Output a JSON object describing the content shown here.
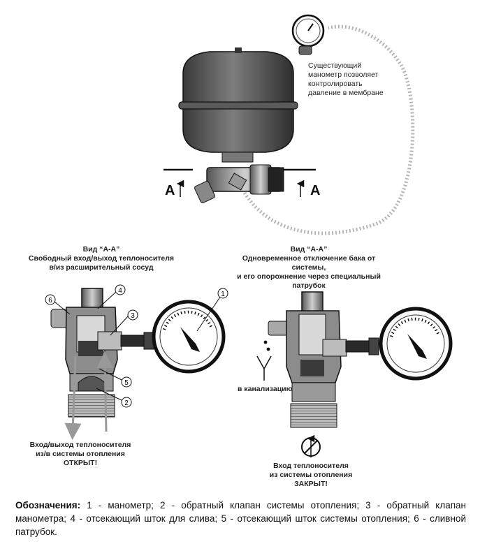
{
  "top_note": [
    "Существующий",
    "манометр позволяет",
    "контролировать",
    "давление в мембране"
  ],
  "section_mark": "A",
  "left_view": {
    "title": "Вид “А-А”",
    "subtitle": [
      "Свободный вход/выход теплоносителя",
      "в/из  расширительный сосуд"
    ],
    "bottom": [
      "Вход/выход теплоносителя",
      "из/в системы отопления",
      "ОТКРЫТ!"
    ]
  },
  "right_view": {
    "title": "Вид “А-А”",
    "subtitle": [
      "Одновременное отключение бака от системы,",
      "и его опорожнение через специальный",
      "патрубок"
    ],
    "drain": "в канализацию",
    "bottom": [
      "Вход теплоносителя",
      "из системы отопления",
      "ЗАКРЫТ!"
    ]
  },
  "callouts": [
    "1",
    "2",
    "3",
    "4",
    "5",
    "6"
  ],
  "legend": {
    "title": "Обозначения:",
    "text": " 1 - манометр; 2 - обратный клапан системы отопления; 3 - обратный клапан манометра; 4 - отсекающий шток для слива; 5 - отсекающий шток системы отопления; 6 - сливной патрубок."
  },
  "colors": {
    "ink": "#111111",
    "tank": "#4a4a4a",
    "dotted": "#bdbdbd",
    "metal": "#9a9a9a"
  }
}
